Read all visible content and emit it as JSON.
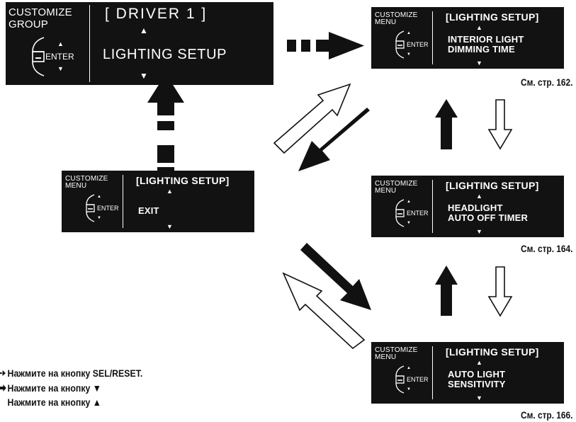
{
  "screens": {
    "driver": {
      "header": "CUSTOMIZE\nGROUP",
      "enter": "ENTER",
      "title": "[ DRIVER 1 ]",
      "body": "LIGHTING SETUP"
    },
    "dimming": {
      "header": "CUSTOMIZE\nMENU",
      "enter": "ENTER",
      "title": "[LIGHTING SETUP]",
      "line1": "INTERIOR LIGHT",
      "line2": "DIMMING TIME"
    },
    "exit": {
      "header": "CUSTOMIZE\nMENU",
      "enter": "ENTER",
      "title": "[LIGHTING SETUP]",
      "line1": "EXIT"
    },
    "headlight": {
      "header": "CUSTOMIZE\nMENU",
      "enter": "ENTER",
      "title": "[LIGHTING SETUP]",
      "line1": "HEADLIGHT",
      "line2": "AUTO OFF TIMER"
    },
    "autolight": {
      "header": "CUSTOMIZE\nMENU",
      "enter": "ENTER",
      "title": "[LIGHTING SETUP]",
      "line1": "AUTO LIGHT",
      "line2": "SENSITIVITY"
    }
  },
  "page_refs": {
    "dimming": "См. стр. 162.",
    "headlight": "См. стр. 164.",
    "autolight": "См. стр. 166."
  },
  "legend": [
    {
      "icon": "dashed-arrow",
      "text": "Нажмите на кнопку SEL/RESET."
    },
    {
      "icon": "solid-arrow",
      "text": "Нажмите на кнопку ▼"
    },
    {
      "icon": "hollow-arrow",
      "text": "Нажмите на кнопку ▲"
    }
  ],
  "glyphs": {
    "up": "▲",
    "down": "▼"
  }
}
